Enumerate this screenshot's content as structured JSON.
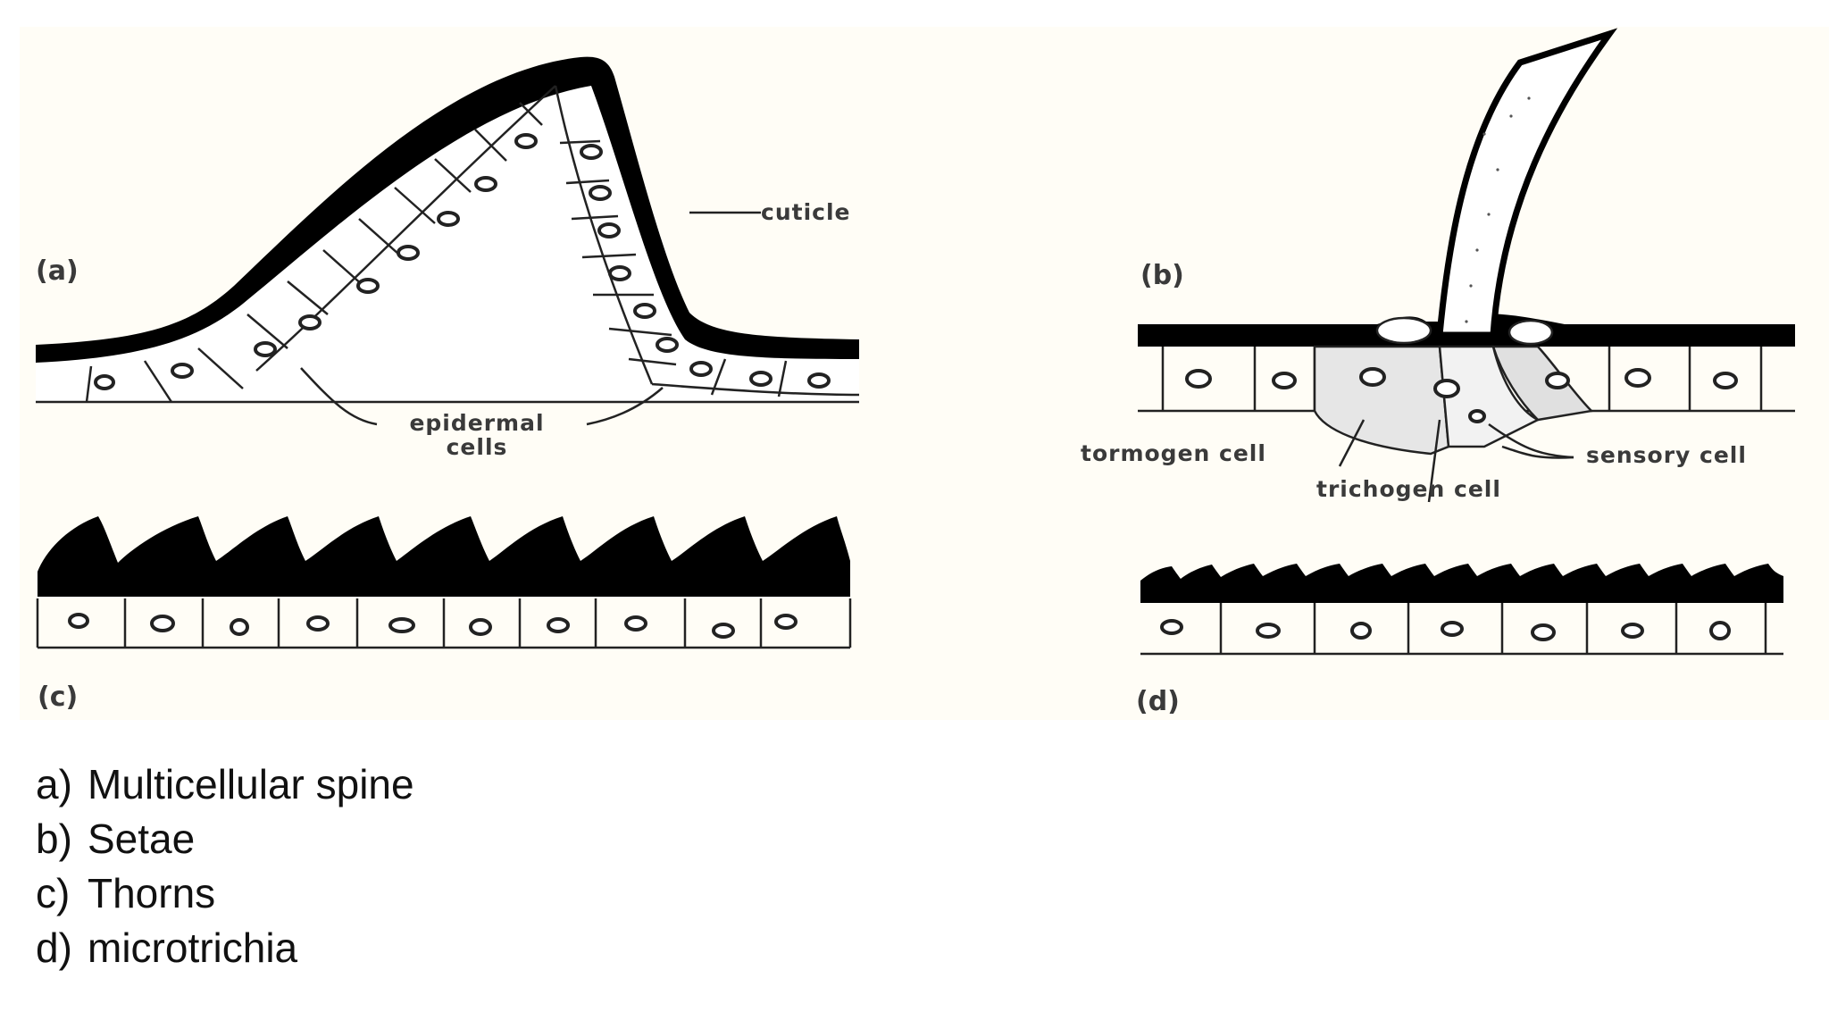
{
  "figure": {
    "panels": [
      {
        "letter": "(a)"
      },
      {
        "letter": "(b)"
      },
      {
        "letter": "(c)"
      },
      {
        "letter": "(d)"
      }
    ],
    "labels": {
      "cuticle": "cuticle",
      "epidermal_line1": "epidermal",
      "epidermal_line2": "cells",
      "tormogen": "tormogen cell",
      "trichogen": "trichogen cell",
      "sensory": "sensory cell"
    },
    "colors": {
      "cuticle": "#000000",
      "panel_background": "#fffdf6",
      "outline": "#222222"
    }
  },
  "caption": [
    {
      "marker": "a)",
      "text": "Multicellular spine"
    },
    {
      "marker": "b)",
      "text": "Setae"
    },
    {
      "marker": "c)",
      "text": "Thorns"
    },
    {
      "marker": "d)",
      "text": "microtrichia"
    }
  ]
}
